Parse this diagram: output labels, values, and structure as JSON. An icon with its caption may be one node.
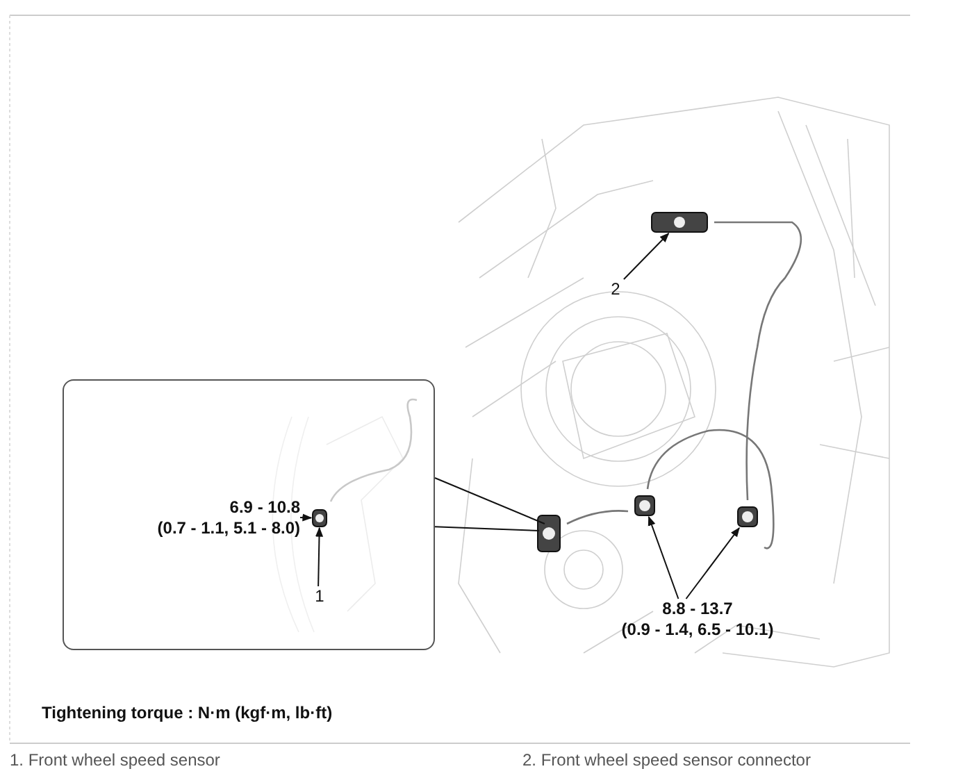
{
  "diagram": {
    "nodes": [
      {
        "text": [],
        "shape": "box"
      },
      {
        "text": [
          "6.9 - 10.8 (0.7 - 1.1, 5.1 - 8.0)"
        ],
        "in": 0
      },
      {
        "text": [
          "1"
        ],
        "in": 0
      },
      {
        "text": [],
        "shape": "picture",
        "in": 0
      },
      {
        "text": [
          "2"
        ]
      },
      {
        "text": [],
        "shape": "picture"
      },
      {
        "text": [
          "8.8 - 13.7 (0.9 - 1.4, 6.5 - 10.1)"
        ]
      },
      {
        "text": [],
        "shape": "picture"
      },
      {
        "text": [],
        "shape": "picture"
      },
      {
        "text": [],
        "shape": "picture"
      }
    ],
    "edges": [
      {
        "from": 1,
        "to": 3,
        "arrow": "to"
      },
      {
        "from": 2,
        "to": 3,
        "arrow": "to"
      },
      {
        "from": 4,
        "to": 5,
        "arrow": "to"
      },
      {
        "from": 6,
        "to": 7,
        "arrow": "to"
      },
      {
        "from": 6,
        "to": 8,
        "arrow": "to"
      },
      {
        "from": 0,
        "to": 9,
        "arrow": "none"
      },
      {
        "from": 0,
        "to": 9,
        "arrow": "none"
      }
    ],
    "labels": [
      "Tightening torque : N·m (kgf·m, lb·ft)",
      "1. Front wheel speed sensor",
      "2. Front wheel speed sensor connector"
    ]
  }
}
